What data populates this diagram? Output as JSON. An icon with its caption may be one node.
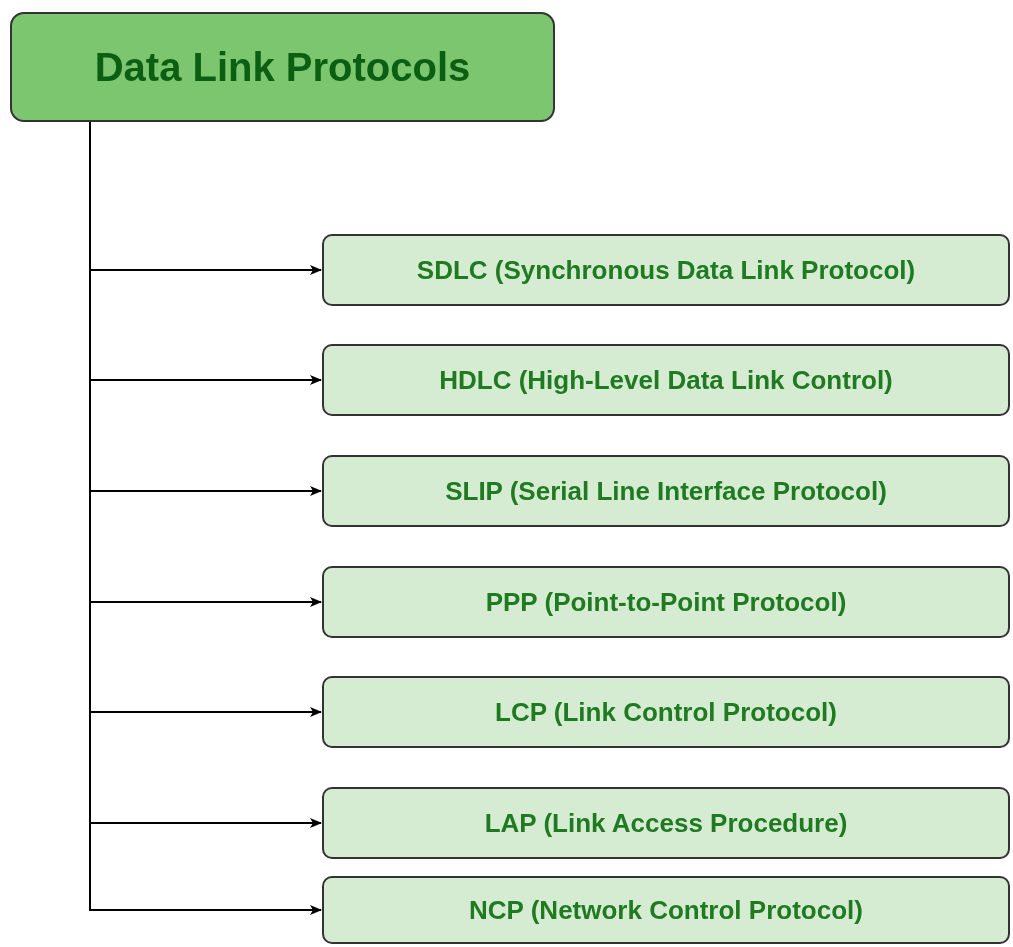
{
  "diagram": {
    "nodes": [
      {
        "text": [
          "Data Link Protocols"
        ]
      },
      {
        "text": [
          "SDLC (Synchronous Data Link Protocol)"
        ]
      },
      {
        "text": [
          "HDLC (High-Level Data Link Control)"
        ]
      },
      {
        "text": [
          "SLIP (Serial Line Interface Protocol)"
        ]
      },
      {
        "text": [
          "PPP (Point-to-Point Protocol)"
        ]
      },
      {
        "text": [
          "LCP (Link Control Protocol)"
        ]
      },
      {
        "text": [
          "LAP (Link Access Procedure)"
        ]
      },
      {
        "text": [
          "NCP (Network Control Protocol)"
        ]
      }
    ],
    "edges": [
      {
        "from": 0,
        "to": 1,
        "arrow": "to"
      },
      {
        "from": 0,
        "to": 2,
        "arrow": "to"
      },
      {
        "from": 0,
        "to": 3,
        "arrow": "to"
      },
      {
        "from": 0,
        "to": 4,
        "arrow": "to"
      },
      {
        "from": 0,
        "to": 5,
        "arrow": "to"
      },
      {
        "from": 0,
        "to": 6,
        "arrow": "to"
      },
      {
        "from": 0,
        "to": 7,
        "arrow": "to"
      }
    ]
  }
}
